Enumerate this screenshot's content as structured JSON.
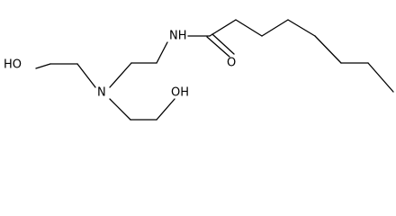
{
  "molecule": {
    "atom_labels": {
      "amide_n": "NH",
      "carbonyl_o": "O",
      "amine_n": "N",
      "hydroxyl_upper": "HO",
      "hydroxyl_lower": "OH"
    },
    "colors": {
      "bond": "#000000",
      "text": "#000000",
      "background": "#ffffff"
    }
  }
}
